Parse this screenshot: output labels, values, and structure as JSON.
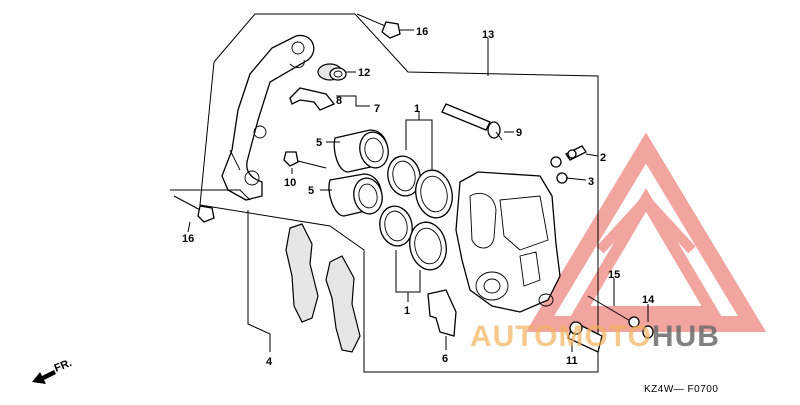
{
  "part_labels": {
    "p1_top": "1",
    "p1_bottom": "1",
    "p2": "2",
    "p3": "3",
    "p4": "4",
    "p5_top": "5",
    "p5_bottom": "5",
    "p6": "6",
    "p7": "7",
    "p8": "8",
    "p9": "9",
    "p10": "10",
    "p11": "11",
    "p12": "12",
    "p13": "13",
    "p14": "14",
    "p15": "15",
    "p16_top": "16",
    "p16_left": "16"
  },
  "direction_label": "FR.",
  "diagram_code": "KZ4W— F0700",
  "watermark": {
    "word_1": "AUTO",
    "word_2": "MOTO",
    "word_3": "HUB",
    "color_accent": "#f2b05a",
    "color_dark": "#6b6b6b",
    "color_logo": "#e85a50"
  }
}
